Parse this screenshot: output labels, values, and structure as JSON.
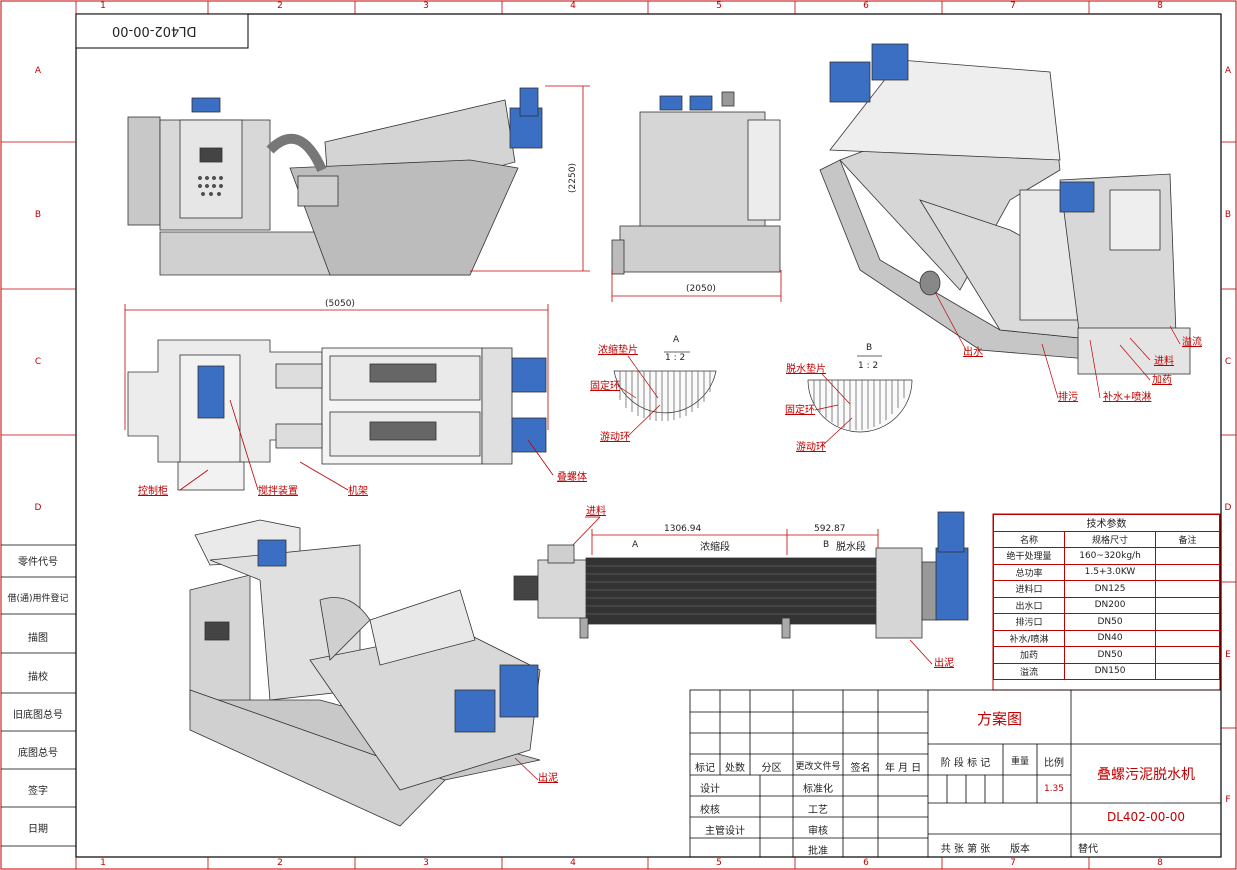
{
  "drawing_code_box": "DL402-00-00",
  "zone_numbers": [
    "1",
    "2",
    "3",
    "4",
    "5",
    "6",
    "7",
    "8"
  ],
  "zone_letters": [
    "A",
    "B",
    "C",
    "D",
    "E",
    "F"
  ],
  "left_strip": [
    "零件代号",
    "借(通)用件登记",
    "描图",
    "描校",
    "旧底图总号",
    "底图总号",
    "签字",
    "日期"
  ],
  "dimensions": {
    "front_height": "(2250)",
    "side_width": "(2050)",
    "top_length": "(5050)",
    "thickening_length": "1306.94",
    "dewatering_length": "592.87"
  },
  "top_view_labels": {
    "control_cabinet": "控制柜",
    "mixing_device": "搅拌装置",
    "frame": "机架",
    "screw_body": "叠螺体"
  },
  "detail_a": {
    "letter": "A",
    "scale": "1 : 2",
    "gasket": "浓缩垫片",
    "fixed_ring": "固定环",
    "moving_ring": "游动环"
  },
  "detail_b": {
    "letter": "B",
    "scale": "1 : 2",
    "gasket": "脱水垫片",
    "fixed_ring": "固定环",
    "moving_ring": "游动环"
  },
  "iso_labels": {
    "water_outlet": "出水",
    "drain": "排污",
    "water_spray": "补水+喷淋",
    "feed": "进料",
    "dosing": "加药",
    "overflow": "溢流",
    "sludge_out": "出泥"
  },
  "screw_labels": {
    "feed": "进料",
    "section_a": "A",
    "thickening": "浓缩段",
    "section_b": "B",
    "dewatering": "脱水段",
    "sludge_out": "出泥"
  },
  "spec_table": {
    "title": "技术参数",
    "headers": [
      "名称",
      "规格尺寸",
      "备注"
    ],
    "rows": [
      [
        "绝干处理量",
        "160~320kg/h",
        ""
      ],
      [
        "总功率",
        "1.5+3.0KW",
        ""
      ],
      [
        "进料口",
        "DN125",
        ""
      ],
      [
        "出水口",
        "DN200",
        ""
      ],
      [
        "排污口",
        "DN50",
        ""
      ],
      [
        "补水/喷淋",
        "DN40",
        ""
      ],
      [
        "加药",
        "DN50",
        ""
      ],
      [
        "溢流",
        "DN150",
        ""
      ]
    ]
  },
  "title_block": {
    "scheme": "方案图",
    "product": "叠螺污泥脱水机",
    "code": "DL402-00-00",
    "scale": "1.35",
    "row_headers": [
      "标记",
      "处数",
      "分区",
      "更改文件号",
      "签名",
      "年 月 日"
    ],
    "stage": "阶 段 标 记",
    "weight": "重量",
    "ratio": "比例",
    "design": "设计",
    "standard": "标准化",
    "check": "校核",
    "process": "工艺",
    "chief": "主管设计",
    "review": "审核",
    "approve": "批准",
    "sheets": "共  张  第  张",
    "version": "版本",
    "replace": "替代"
  }
}
